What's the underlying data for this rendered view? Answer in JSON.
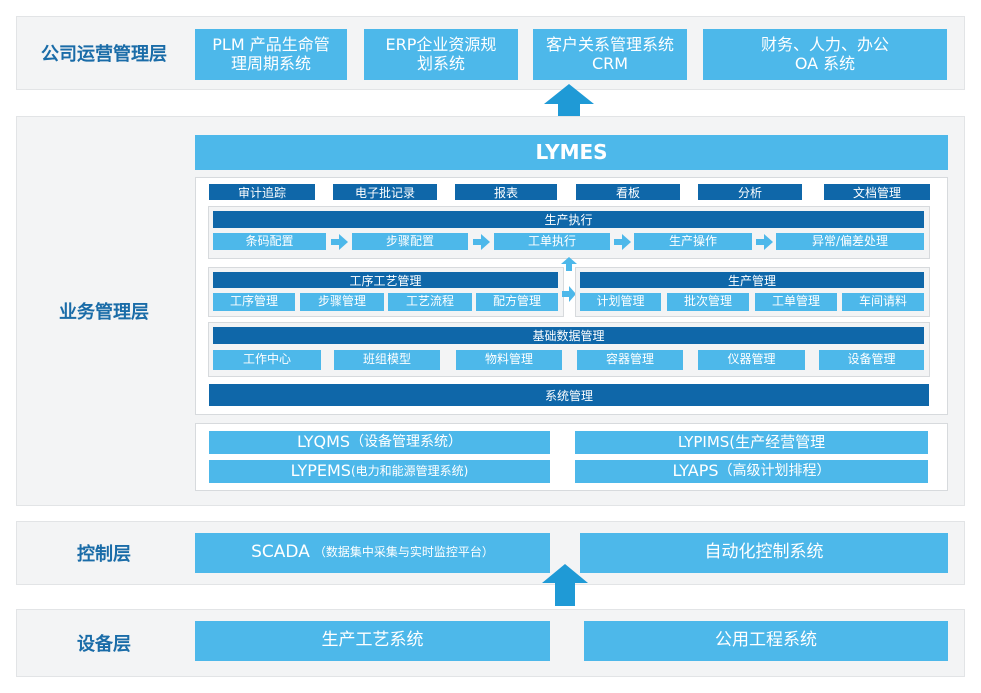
{
  "layers": {
    "company_ops": "公司运营管理层",
    "business": "业务管理层",
    "control": "控制层",
    "equipment": "设备层"
  },
  "company_systems": [
    "PLM 产品生命管\n理周期系统",
    "ERP企业资源规\n划系统",
    "客户关系管理系统\nCRM",
    "财务、人力、办公\nOA 系统"
  ],
  "lymes": {
    "title": "LYMES",
    "top_modules": [
      "审计追踪",
      "电子批记录",
      "报表",
      "看板",
      "分析",
      "文档管理"
    ],
    "production_execution": {
      "title": "生产执行",
      "steps": [
        "条码配置",
        "步骤配置",
        "工单执行",
        "生产操作",
        "异常/偏差处理"
      ]
    },
    "process_management": {
      "title": "工序工艺管理",
      "items": [
        "工序管理",
        "步骤管理",
        "工艺流程",
        "配方管理"
      ]
    },
    "production_management": {
      "title": "生产管理",
      "items": [
        "计划管理",
        "批次管理",
        "工单管理",
        "车间请料"
      ]
    },
    "master_data": {
      "title": "基础数据管理",
      "items": [
        "工作中心",
        "班组模型",
        "物料管理",
        "容器管理",
        "仪器管理",
        "设备管理"
      ]
    },
    "system_management": "系统管理"
  },
  "ly_systems": {
    "lyqms_main": "LYQMS",
    "lyqms_sub": "（设备管理系统）",
    "lypims": "LYPIMS(生产经营管理",
    "lypems_main": "LYPEMS",
    "lypems_sub": "(电力和能源管理系统)",
    "lyaps_main": "LYAPS",
    "lyaps_sub": "（高级计划排程）"
  },
  "control": {
    "scada_main": "SCADA",
    "scada_sub": "（数据集中采集与实时监控平台）",
    "automation": "自动化控制系统"
  },
  "equipment": {
    "process": "生产工艺系统",
    "utility": "公用工程系统"
  },
  "colors": {
    "sky": "#4db8ea",
    "navy": "#0f67a9",
    "label": "#1a6ca8",
    "layer_bg": "#f3f4f5"
  },
  "icons": [
    "up-arrow-icon",
    "right-arrow-icon"
  ]
}
